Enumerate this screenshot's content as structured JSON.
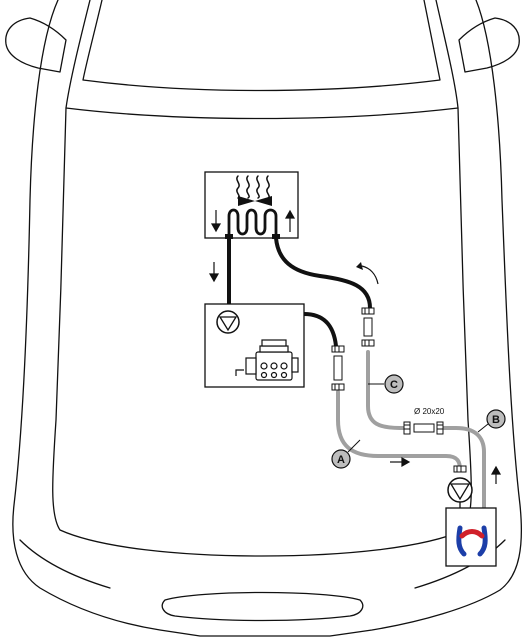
{
  "diagram": {
    "labels": {
      "hose_a": "A",
      "hose_b": "B",
      "hose_c": "C",
      "diameter": "Ø 20x20"
    },
    "colors": {
      "car_outline": "#111111",
      "coolant_hose": "#111111",
      "fuel_hose": "#a0a0a0",
      "dashed_line": "#999999",
      "label_circle_fill": "#bdbdbd",
      "heater_red": "#d0202a",
      "heater_blue": "#1c3ea8"
    },
    "icons": [
      "heat-exchanger-icon",
      "water-pump-icon",
      "engine-icon",
      "fuel-pump-icon",
      "heater-unit-icon",
      "flow-arrow-icon",
      "rotation-arrow-icon"
    ]
  }
}
